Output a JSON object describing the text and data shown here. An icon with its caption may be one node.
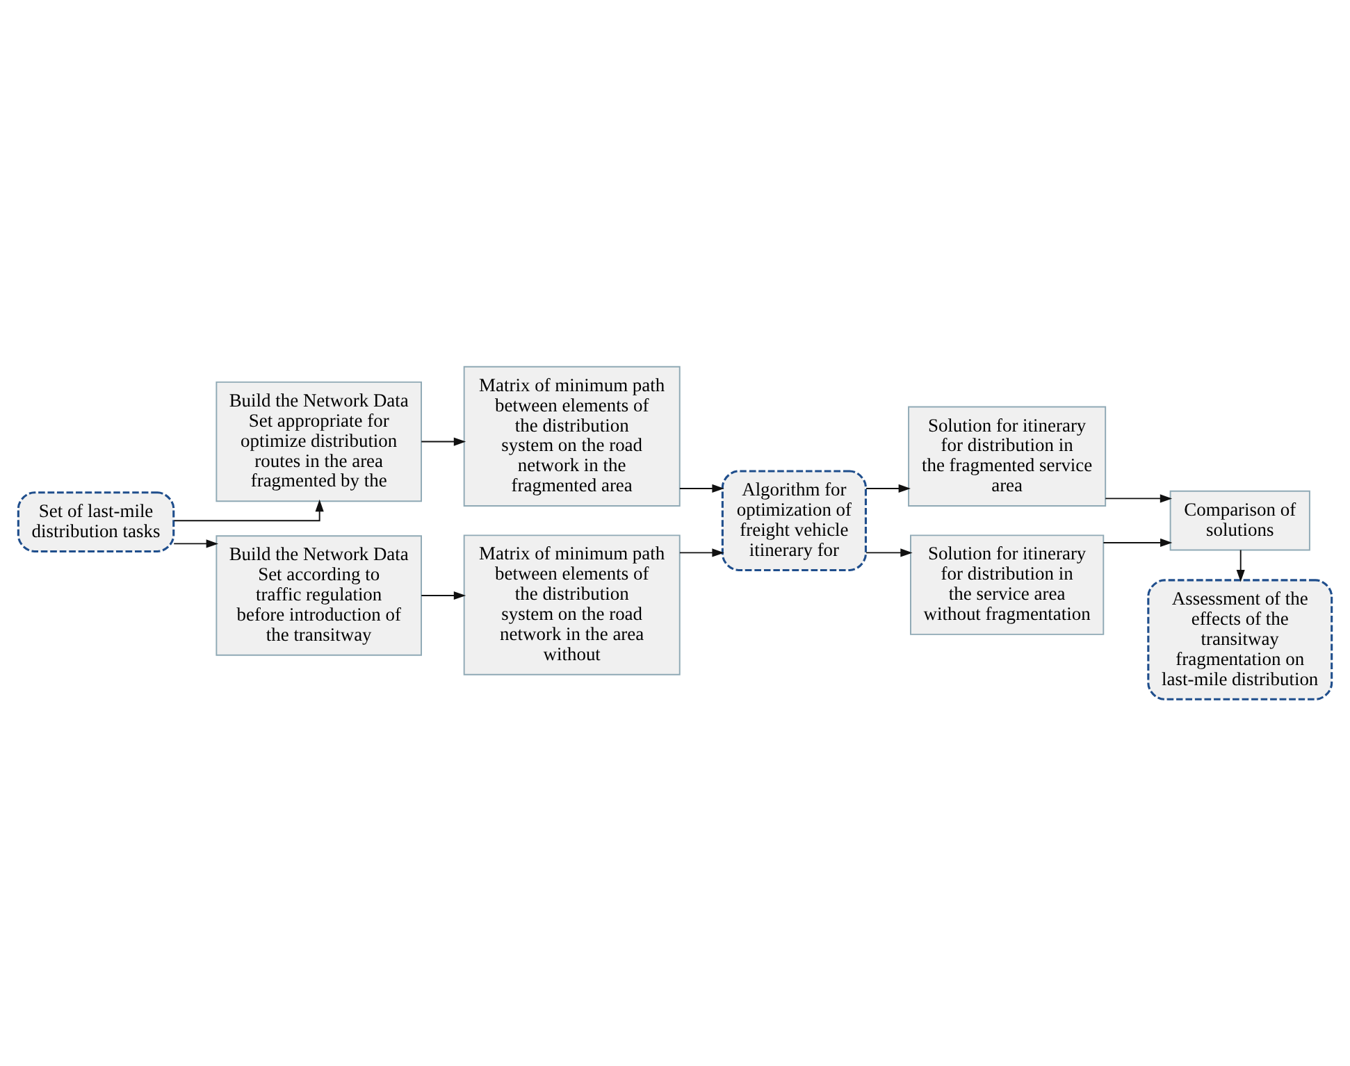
{
  "diagram": {
    "nodes": [
      {
        "text": [
          "Set of last-mile distribution tasks"
        ]
      },
      {
        "text": [
          "Build the Network Data Set appropriate for optimize distribution routes in the area fragmented by the"
        ]
      },
      {
        "text": [
          "Build the Network Data Set according to traffic regulation before introduction of the transitway"
        ]
      },
      {
        "text": [
          "Matrix of minimum path between elements of the distribution system on the road network in the fragmented area"
        ]
      },
      {
        "text": [
          "Matrix of minimum path between elements of the distribution system on the road network in the area without"
        ]
      },
      {
        "text": [
          "Algorithm for optimization of freight vehicle itinerary for"
        ]
      },
      {
        "text": [
          "Solution for itinerary for distribution in the fragmented service area"
        ]
      },
      {
        "text": [
          "Solution for itinerary for distribution in the service area without fragmentation"
        ]
      },
      {
        "text": [
          "Comparison of solutions"
        ]
      },
      {
        "text": [
          "Assessment of the effects of the transitway fragmentation on last-mile distribution"
        ]
      }
    ],
    "edges": [
      {
        "from": 0,
        "to": 1,
        "arrow": "to"
      },
      {
        "from": 0,
        "to": 2,
        "arrow": "to"
      },
      {
        "from": 1,
        "to": 3,
        "arrow": "to"
      },
      {
        "from": 2,
        "to": 4,
        "arrow": "to"
      },
      {
        "from": 3,
        "to": 5,
        "arrow": "to"
      },
      {
        "from": 4,
        "to": 5,
        "arrow": "to"
      },
      {
        "from": 5,
        "to": 6,
        "arrow": "to"
      },
      {
        "from": 5,
        "to": 7,
        "arrow": "to"
      },
      {
        "from": 6,
        "to": 8,
        "arrow": "to"
      },
      {
        "from": 7,
        "to": 8,
        "arrow": "to"
      },
      {
        "from": 8,
        "to": 9,
        "arrow": "to"
      }
    ]
  }
}
